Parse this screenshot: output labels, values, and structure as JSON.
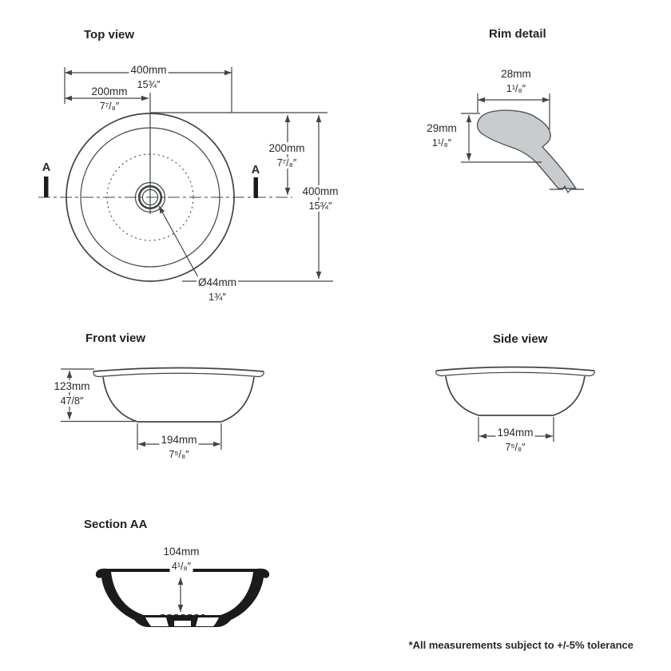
{
  "footer": {
    "note": "*All measurements subject to +/-5% tolerance"
  },
  "colors": {
    "line": "#3f4447",
    "fill_gray": "#c9ccce",
    "fill_black": "#1b1b1b",
    "text": "#26282b"
  },
  "views": {
    "top": {
      "title": "Top view",
      "marker": "A",
      "dims": {
        "width": {
          "mm": "400mm",
          "inch": "15¾″"
        },
        "half_width": {
          "mm": "200mm",
          "inch": "7⁷/₈″"
        },
        "half_height": {
          "mm": "200mm",
          "inch": "7⁷/₈″"
        },
        "height": {
          "mm": "400mm",
          "inch": "15¾″"
        },
        "drain": {
          "mm": "Ø44mm",
          "inch": "1¾″"
        }
      }
    },
    "rim": {
      "title": "Rim detail",
      "dims": {
        "width": {
          "mm": "28mm",
          "inch": "1¹/₈″"
        },
        "height": {
          "mm": "29mm",
          "inch": "1¹/₈″"
        }
      }
    },
    "front": {
      "title": "Front view",
      "dims": {
        "height": {
          "mm": "123mm",
          "inch": "47/8″"
        },
        "base": {
          "mm": "194mm",
          "inch": "7⁵/₈″"
        }
      }
    },
    "side": {
      "title": "Side view",
      "dims": {
        "base": {
          "mm": "194mm",
          "inch": "7⁵/₈″"
        }
      }
    },
    "section": {
      "title": "Section AA",
      "dims": {
        "depth": {
          "mm": "104mm",
          "inch": "4¹/₈″"
        }
      }
    }
  }
}
